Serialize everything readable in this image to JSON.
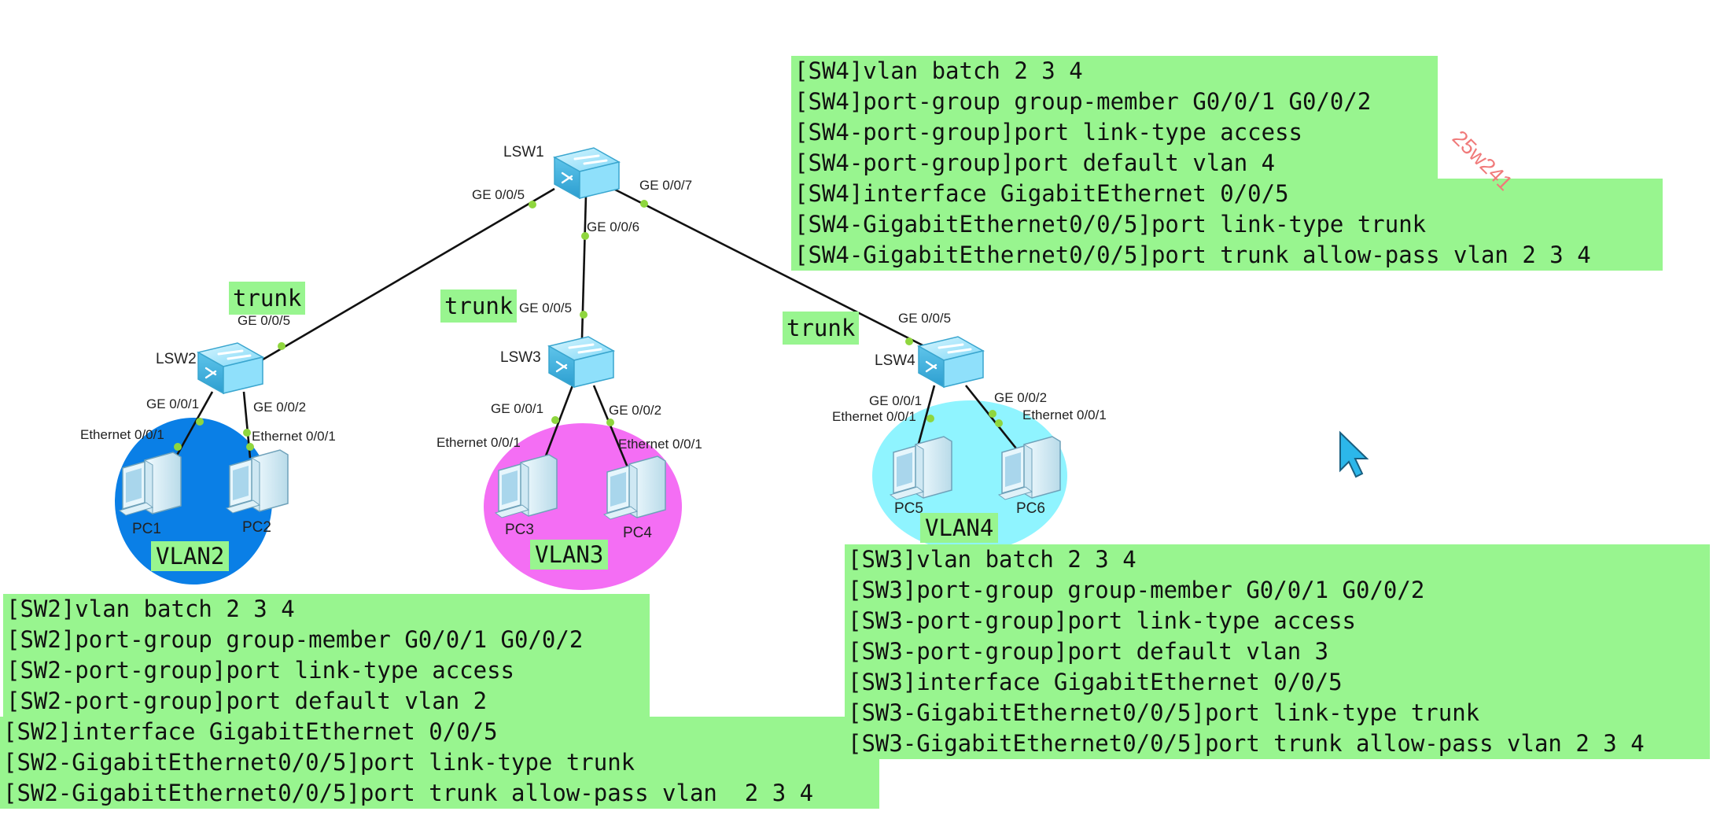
{
  "devices": {
    "lsw1": "LSW1",
    "lsw2": "LSW2",
    "lsw3": "LSW3",
    "lsw4": "LSW4",
    "pc1": "PC1",
    "pc2": "PC2",
    "pc3": "PC3",
    "pc4": "PC4",
    "pc5": "PC5",
    "pc6": "PC6"
  },
  "ports": {
    "lsw1_ge005": "GE 0/0/5",
    "lsw1_ge006": "GE 0/0/6",
    "lsw1_ge007": "GE 0/0/7",
    "lsw2_ge005": "GE 0/0/5",
    "lsw2_ge001": "GE 0/0/1",
    "lsw2_ge002": "GE 0/0/2",
    "lsw3_ge005": "GE 0/0/5",
    "lsw3_ge001": "GE 0/0/1",
    "lsw3_ge002": "GE 0/0/2",
    "lsw4_ge005": "GE 0/0/5",
    "lsw4_ge001": "GE 0/0/1",
    "lsw4_ge002": "GE 0/0/2",
    "pc1_eth": "Ethernet 0/0/1",
    "pc2_eth": "Ethernet 0/0/1",
    "pc3_eth": "Ethernet 0/0/1",
    "pc4_eth": "Ethernet 0/0/1",
    "pc5_eth": "Ethernet 0/0/1",
    "pc6_eth": "Ethernet 0/0/1"
  },
  "links": {
    "trunk_left": "trunk",
    "trunk_mid": "trunk",
    "trunk_right": "trunk"
  },
  "vlans": {
    "vlan2": "VLAN2",
    "vlan3": "VLAN3",
    "vlan4": "VLAN4"
  },
  "colors": {
    "vlan2": "#0a7fe6",
    "vlan3": "#f46ef4",
    "vlan4": "#8ff4ff",
    "highlight": "#98f58f",
    "switch": "#8fe4ff"
  },
  "config_sw4": [
    "[SW4]vlan batch 2 3 4",
    "[SW4]port-group group-member G0/0/1 G0/0/2",
    "[SW4-port-group]port link-type access",
    "[SW4-port-group]port default vlan 4",
    "[SW4]interface GigabitEthernet 0/0/5",
    "[SW4-GigabitEthernet0/0/5]port link-type trunk",
    "[SW4-GigabitEthernet0/0/5]port trunk allow-pass vlan 2 3 4"
  ],
  "config_sw2": [
    "[SW2]vlan batch 2 3 4",
    "[SW2]port-group group-member G0/0/1 G0/0/2",
    "[SW2-port-group]port link-type access",
    "[SW2-port-group]port default vlan 2",
    "[SW2]interface GigabitEthernet 0/0/5",
    "[SW2-GigabitEthernet0/0/5]port link-type trunk",
    "[SW2-GigabitEthernet0/0/5]port trunk allow-pass vlan  2 3 4"
  ],
  "config_sw3": [
    "[SW3]vlan batch 2 3 4",
    "[SW3]port-group group-member G0/0/1 G0/0/2",
    "[SW3-port-group]port link-type access",
    "[SW3-port-group]port default vlan 3",
    "[SW3]interface GigabitEthernet 0/0/5",
    "[SW3-GigabitEthernet0/0/5]port link-type trunk",
    "[SW3-GigabitEthernet0/0/5]port trunk allow-pass vlan 2 3 4"
  ],
  "watermark": "25w241"
}
